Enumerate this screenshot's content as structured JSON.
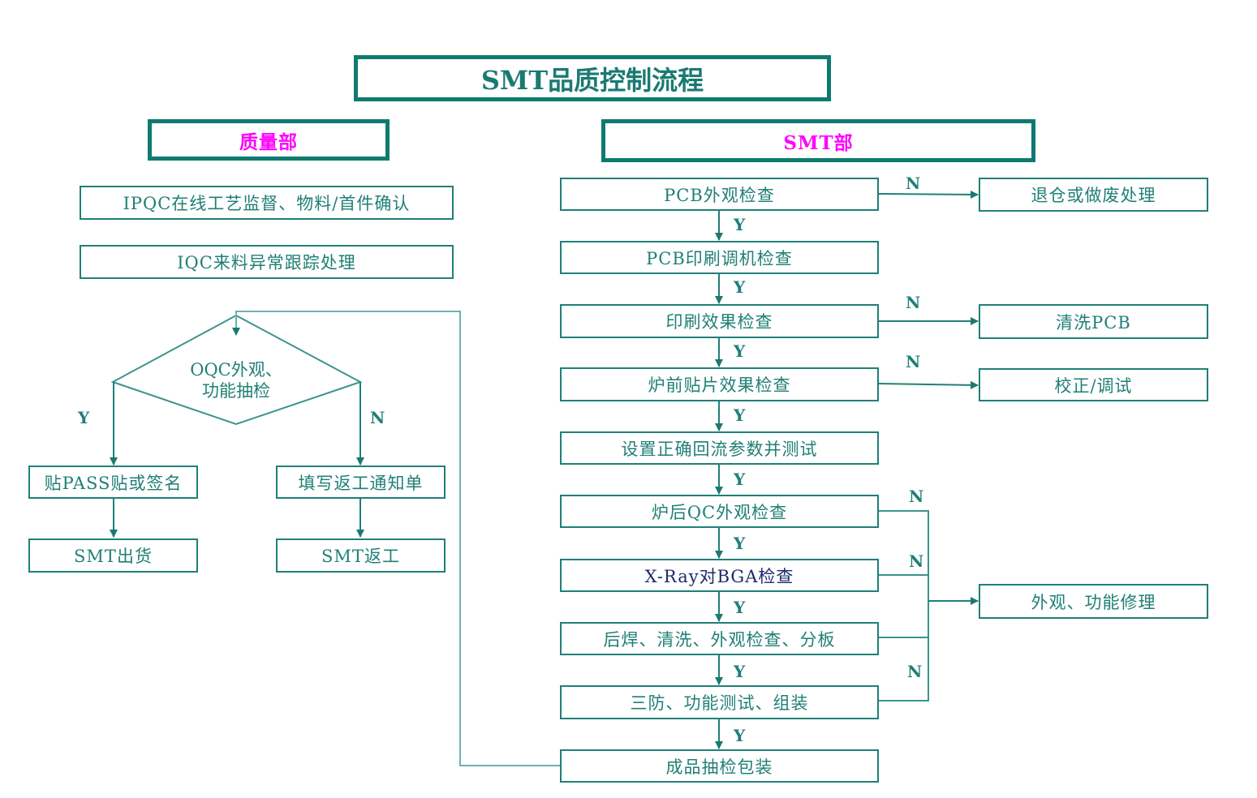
{
  "title": "SMT品质控制流程",
  "departments": {
    "quality": "质量部",
    "smt": "SMT部"
  },
  "quality_dept": {
    "items": [
      "IPQC在线工艺监督、物料/首件确认",
      "IQC来料异常跟踪处理"
    ],
    "decision": {
      "line1": "OQC外观、",
      "line2": "功能抽检"
    },
    "yes_branch": [
      "贴PASS贴或签名",
      "SMT出货"
    ],
    "no_branch": [
      "填写返工通知单",
      "SMT返工"
    ]
  },
  "smt_dept": {
    "steps": [
      "PCB外观检查",
      "PCB印刷调机检查",
      "印刷效果检查",
      "炉前贴片效果检查",
      "设置正确回流参数并测试",
      "炉后QC外观检查",
      "X-Ray对BGA检查",
      "后焊、清洗、外观检查、分板",
      "三防、功能测试、组装",
      "成品抽检包装"
    ],
    "side_actions": {
      "reject": "退仓或做废处理",
      "clean": "清洗PCB",
      "calibrate": "校正/调试",
      "repair": "外观、功能修理"
    }
  },
  "labels": {
    "yes": "Y",
    "no": "N"
  },
  "colors": {
    "line": "#1f8077",
    "border_heavy": "#0e7a70",
    "dept_text": "#ff00ff",
    "text": "#1f7f76",
    "xray_text": "#1b2a6b"
  }
}
